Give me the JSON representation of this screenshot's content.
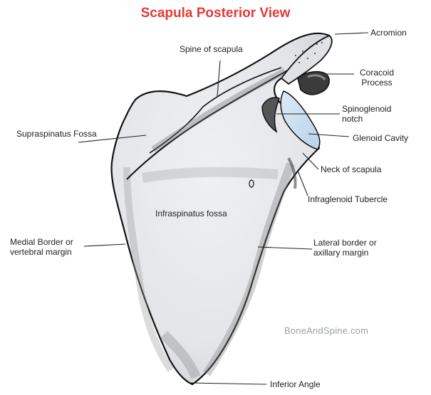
{
  "title": "Scapula Posterior View",
  "watermark": "BoneAndSpine.com",
  "colors": {
    "title": "#e53935",
    "bone_fill": "#e7e9ec",
    "outline": "#111111",
    "shade": "#6f6f6f",
    "glenoid": "#cfe3f3"
  },
  "labels": {
    "acromion": "Acromion",
    "coracoid_line1": "Coracoid",
    "coracoid_line2": "Process",
    "spine": "Spine of scapula",
    "spinoglenoid_line1": "Spinoglenoid",
    "spinoglenoid_line2": "notch",
    "supraspinatus": "Supraspinatus Fossa",
    "glenoid": "Glenoid Cavity",
    "neck": "Neck of scapula",
    "infraglenoid": "Infraglenoid Tubercle",
    "infraspinatus": "Infraspinatus fossa",
    "medial_line1": "Medial Border or",
    "medial_line2": "vertebral margin",
    "lateral_line1": "Lateral border or",
    "lateral_line2": "axillary margin",
    "inferior": "Inferior Angle"
  }
}
